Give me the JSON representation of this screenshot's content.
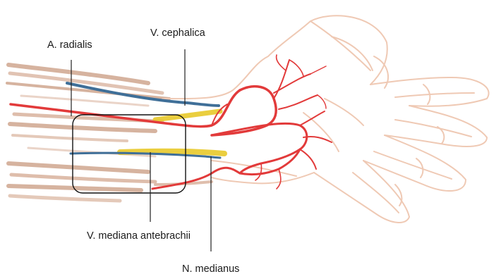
{
  "labels": {
    "cephalica": "V. cephalica",
    "radialis": "A. radialis",
    "mediana": "V. mediana antebrachii",
    "medianus": "N. medianus"
  },
  "colors": {
    "artery": "#e23a3a",
    "vein": "#3f6f98",
    "nerve": "#e8c92a",
    "skin_outline": "#efc9b4",
    "muscle": "#c99a80",
    "leader": "#222222"
  }
}
